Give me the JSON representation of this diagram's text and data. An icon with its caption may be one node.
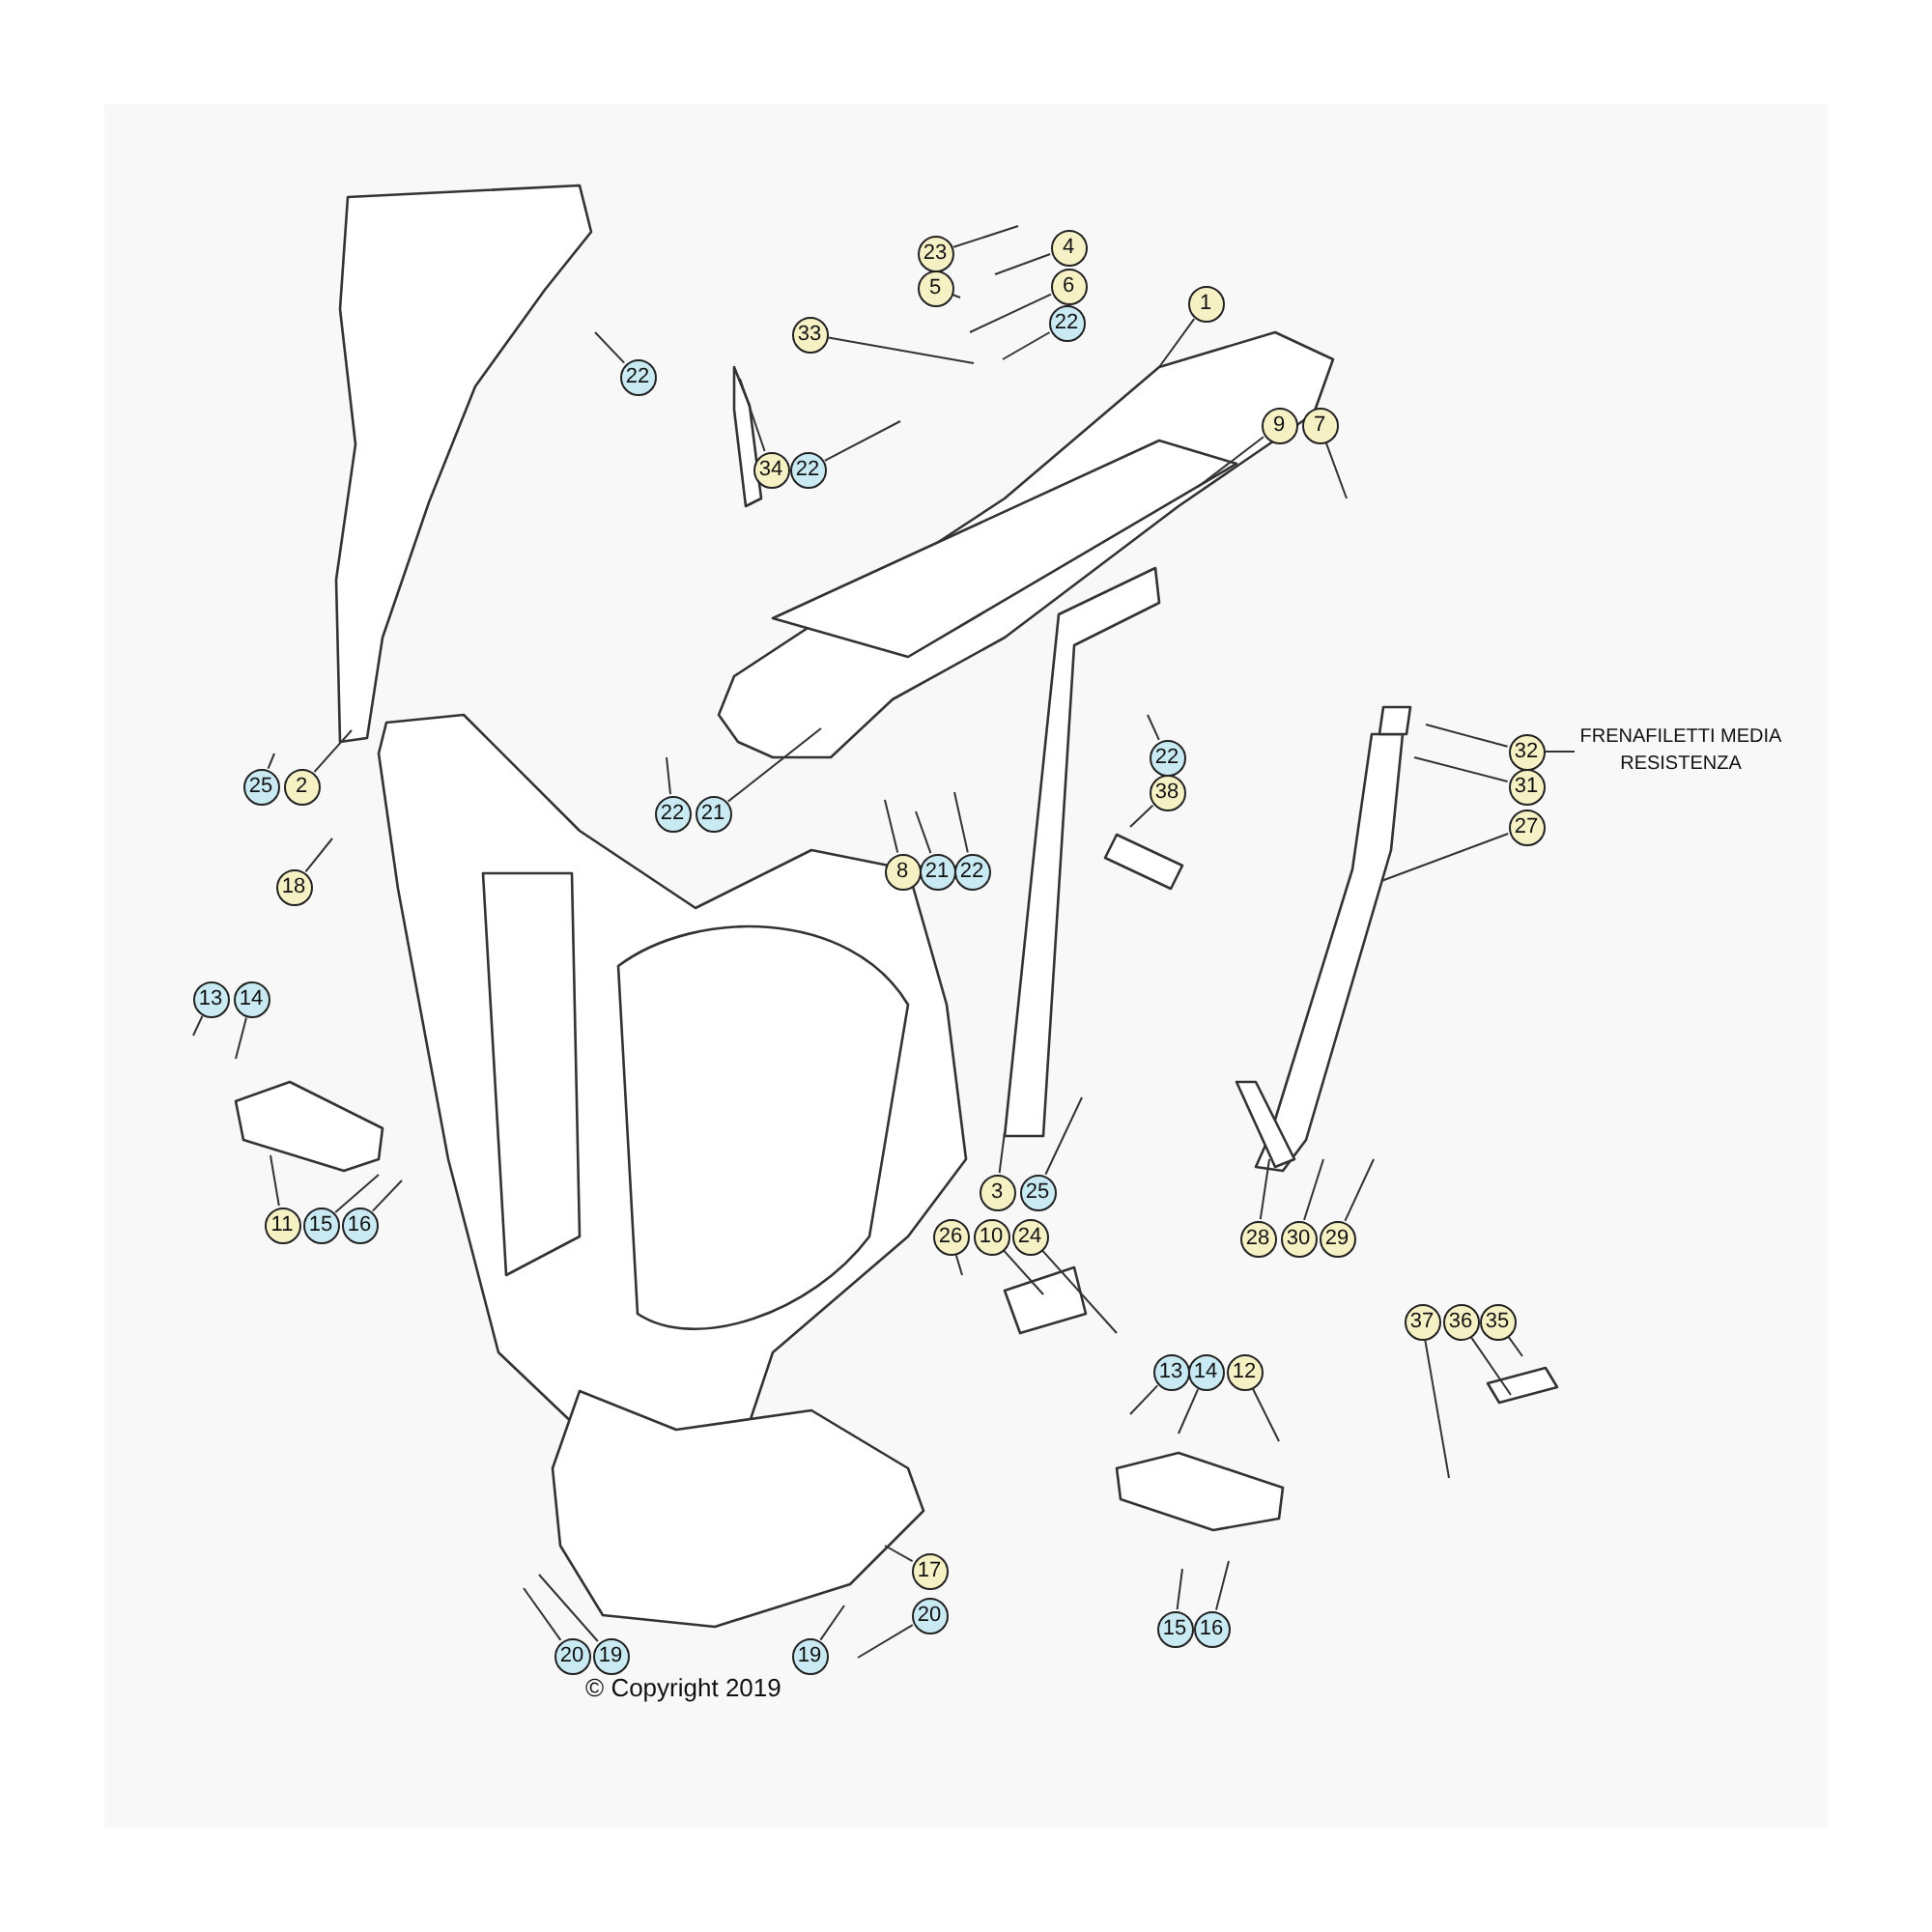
{
  "diagram": {
    "caption": "© Copyright 2019",
    "nodes": [
      {
        "text": [
          "23"
        ]
      },
      {
        "text": [
          "4"
        ]
      },
      {
        "text": [
          "5"
        ]
      },
      {
        "text": [
          "6"
        ]
      },
      {
        "text": [
          "22"
        ]
      },
      {
        "text": [
          "1"
        ]
      },
      {
        "text": [
          "33"
        ]
      },
      {
        "text": [
          "9"
        ]
      },
      {
        "text": [
          "7"
        ]
      },
      {
        "text": [
          "22"
        ]
      },
      {
        "text": [
          "34"
        ]
      },
      {
        "text": [
          "22"
        ]
      },
      {
        "text": [
          "25"
        ]
      },
      {
        "text": [
          "2"
        ]
      },
      {
        "text": [
          "18"
        ]
      },
      {
        "text": [
          "22"
        ]
      },
      {
        "text": [
          "21"
        ]
      },
      {
        "text": [
          "8"
        ]
      },
      {
        "text": [
          "21"
        ]
      },
      {
        "text": [
          "22"
        ]
      },
      {
        "text": [
          "22"
        ]
      },
      {
        "text": [
          "38"
        ]
      },
      {
        "text": [
          "32"
        ]
      },
      {
        "text": [
          "31"
        ]
      },
      {
        "text": [
          "27"
        ]
      },
      {
        "text": [
          "FRENAFILETTI MEDIA RESISTENZA"
        ]
      },
      {
        "text": [
          "13"
        ]
      },
      {
        "text": [
          "14"
        ]
      },
      {
        "text": [
          "11"
        ]
      },
      {
        "text": [
          "15"
        ]
      },
      {
        "text": [
          "16"
        ]
      },
      {
        "text": [
          "3"
        ]
      },
      {
        "text": [
          "25"
        ]
      },
      {
        "text": [
          "26"
        ]
      },
      {
        "text": [
          "10"
        ]
      },
      {
        "text": [
          "24"
        ]
      },
      {
        "text": [
          "28"
        ]
      },
      {
        "text": [
          "30"
        ]
      },
      {
        "text": [
          "29"
        ]
      },
      {
        "text": [
          "13"
        ]
      },
      {
        "text": [
          "14"
        ]
      },
      {
        "text": [
          "12"
        ]
      },
      {
        "text": [
          "37"
        ]
      },
      {
        "text": [
          "36"
        ]
      },
      {
        "text": [
          "35"
        ]
      },
      {
        "text": [
          "17"
        ]
      },
      {
        "text": [
          "20"
        ]
      },
      {
        "text": [
          "15"
        ]
      },
      {
        "text": [
          "16"
        ]
      },
      {
        "text": [
          "20"
        ]
      },
      {
        "text": [
          "19"
        ]
      },
      {
        "text": [
          "19"
        ]
      }
    ],
    "edges": [
      {
        "from": 0,
        "to": null,
        "arrow": "none"
      },
      {
        "from": 1,
        "to": null,
        "arrow": "none"
      },
      {
        "from": 2,
        "to": null,
        "arrow": "none"
      },
      {
        "from": 3,
        "to": null,
        "arrow": "none"
      },
      {
        "from": 4,
        "to": null,
        "arrow": "none"
      },
      {
        "from": 5,
        "to": null,
        "arrow": "none"
      },
      {
        "from": 6,
        "to": null,
        "arrow": "none"
      },
      {
        "from": 7,
        "to": null,
        "arrow": "none"
      },
      {
        "from": 8,
        "to": null,
        "arrow": "none"
      },
      {
        "from": 9,
        "to": null,
        "arrow": "none"
      },
      {
        "from": 10,
        "to": null,
        "arrow": "none"
      },
      {
        "from": 11,
        "to": null,
        "arrow": "none"
      },
      {
        "from": 12,
        "to": null,
        "arrow": "none"
      },
      {
        "from": 13,
        "to": null,
        "arrow": "none"
      },
      {
        "from": 14,
        "to": null,
        "arrow": "none"
      },
      {
        "from": 15,
        "to": null,
        "arrow": "none"
      },
      {
        "from": 16,
        "to": null,
        "arrow": "none"
      },
      {
        "from": 17,
        "to": null,
        "arrow": "none"
      },
      {
        "from": 18,
        "to": null,
        "arrow": "none"
      },
      {
        "from": 19,
        "to": null,
        "arrow": "none"
      },
      {
        "from": 20,
        "to": null,
        "arrow": "none"
      },
      {
        "from": 21,
        "to": null,
        "arrow": "none"
      },
      {
        "from": 22,
        "to": null,
        "arrow": "none"
      },
      {
        "from": 22,
        "to": 25,
        "arrow": "none"
      },
      {
        "from": 23,
        "to": null,
        "arrow": "none"
      },
      {
        "from": 24,
        "to": null,
        "arrow": "none"
      },
      {
        "from": 26,
        "to": null,
        "arrow": "none"
      },
      {
        "from": 27,
        "to": null,
        "arrow": "none"
      },
      {
        "from": 28,
        "to": null,
        "arrow": "none"
      },
      {
        "from": 29,
        "to": null,
        "arrow": "none"
      },
      {
        "from": 30,
        "to": null,
        "arrow": "none"
      },
      {
        "from": 31,
        "to": null,
        "arrow": "none"
      },
      {
        "from": 32,
        "to": null,
        "arrow": "none"
      },
      {
        "from": 33,
        "to": null,
        "arrow": "none"
      },
      {
        "from": 34,
        "to": null,
        "arrow": "none"
      },
      {
        "from": 35,
        "to": null,
        "arrow": "none"
      },
      {
        "from": 36,
        "to": null,
        "arrow": "none"
      },
      {
        "from": 37,
        "to": null,
        "arrow": "none"
      },
      {
        "from": 38,
        "to": null,
        "arrow": "none"
      },
      {
        "from": 39,
        "to": null,
        "arrow": "none"
      },
      {
        "from": 40,
        "to": null,
        "arrow": "none"
      },
      {
        "from": 41,
        "to": null,
        "arrow": "none"
      },
      {
        "from": 42,
        "to": null,
        "arrow": "none"
      },
      {
        "from": 43,
        "to": null,
        "arrow": "none"
      },
      {
        "from": 44,
        "to": null,
        "arrow": "none"
      },
      {
        "from": 45,
        "to": null,
        "arrow": "none"
      },
      {
        "from": 46,
        "to": null,
        "arrow": "none"
      },
      {
        "from": 47,
        "to": null,
        "arrow": "none"
      },
      {
        "from": 48,
        "to": null,
        "arrow": "none"
      },
      {
        "from": 49,
        "to": null,
        "arrow": "none"
      },
      {
        "from": 50,
        "to": null,
        "arrow": "none"
      },
      {
        "from": 51,
        "to": null,
        "arrow": "none"
      }
    ]
  }
}
